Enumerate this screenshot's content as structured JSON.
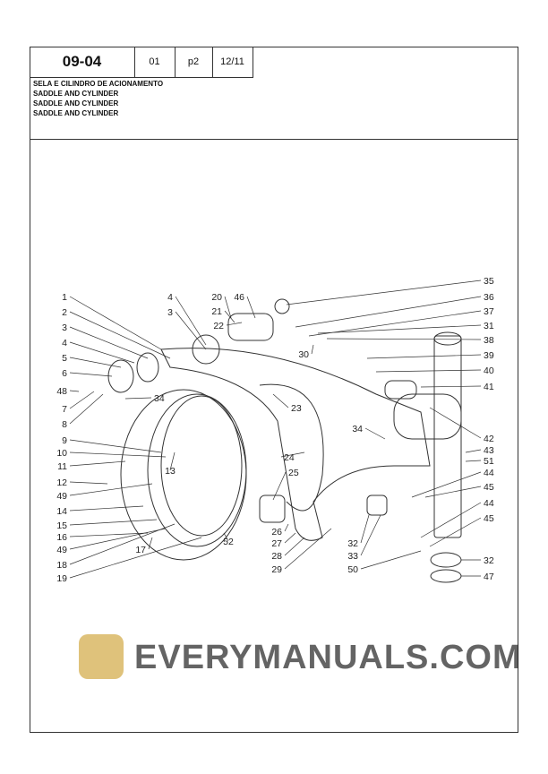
{
  "header": {
    "code": "09-04",
    "rev": "01",
    "page": "p2",
    "date": "12/11"
  },
  "title_lines": [
    "SELA E CILINDRO DE ACIONAMENTO",
    "SADDLE AND CYLINDER",
    "SADDLE AND CYLINDER",
    "SADDLE AND CYLINDER"
  ],
  "watermark": "EVERYMANUALS.COM",
  "callouts": [
    "1",
    "2",
    "3",
    "4",
    "5",
    "6",
    "48",
    "7",
    "8",
    "9",
    "10",
    "11",
    "12",
    "49",
    "14",
    "15",
    "16",
    "49",
    "18",
    "19",
    "35",
    "36",
    "37",
    "31",
    "38",
    "39",
    "40",
    "41",
    "42",
    "43",
    "51",
    "44",
    "45",
    "44",
    "45",
    "32",
    "47",
    "4",
    "3",
    "20",
    "46",
    "21",
    "22",
    "30",
    "34",
    "23",
    "34",
    "24",
    "25",
    "13",
    "17",
    "52",
    "26",
    "27",
    "28",
    "29",
    "32",
    "33",
    "50"
  ]
}
